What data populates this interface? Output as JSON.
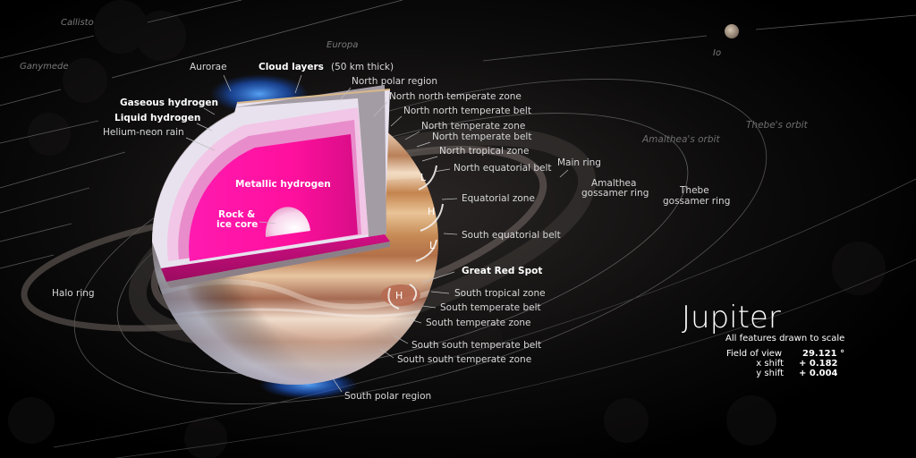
{
  "title": "Jupiter",
  "subtitle": "All features drawn to scale",
  "view": {
    "field_of_view_label": "Field of view",
    "field_of_view_value": "29.121 °",
    "x_shift_label": "x shift",
    "x_shift_value": "+  0.182",
    "y_shift_label": "y shift",
    "y_shift_value": "+  0.004"
  },
  "moons": {
    "callisto": "Callisto",
    "ganymede": "Ganymede",
    "europa": "Europa",
    "io": "Io"
  },
  "orbits": {
    "amalthea": "Amalthea's orbit",
    "thebe": "Thebe's orbit"
  },
  "rings": {
    "main": "Main ring",
    "amalthea_1": "Amalthea",
    "amalthea_2": "gossamer ring",
    "thebe_1": "Thebe",
    "thebe_2": "gossamer ring",
    "halo": "Halo ring"
  },
  "interior": {
    "aurorae": "Aurorae",
    "cloud_layers": "Cloud layers",
    "cloud_layers_note": "(50 km thick)",
    "gaseous_hydrogen": "Gaseous hydrogen",
    "liquid_hydrogen": "Liquid hydrogen",
    "helium_neon_rain": "Helium-neon rain",
    "metallic_hydrogen": "Metallic hydrogen",
    "core_1": "Rock &",
    "core_2": "ice core"
  },
  "atmosphere": {
    "north_polar_region": "North polar region",
    "nntz": "North north temperate zone",
    "nntb": "North north temperate belt",
    "ntz": "North temperate zone",
    "ntb": "North temperate belt",
    "ntropz": "North tropical zone",
    "neb": "North equatorial belt",
    "ez": "Equatorial zone",
    "seb": "South equatorial belt",
    "grs": "Great Red Spot",
    "stropz": "South tropical zone",
    "stb": "South temperate belt",
    "stz": "South temperate zone",
    "sstb": "South south temperate belt",
    "sstz": "South south temperate zone",
    "south_polar_region": "South polar region"
  },
  "pressure_markers": {
    "l1": "L",
    "h1": "H",
    "l2": "L",
    "h2": "H"
  },
  "colors": {
    "background": "#000000",
    "metallic_hydrogen": "#ff1aa8",
    "aurora": "#2f7dff",
    "cloud_band": "#d7a06a"
  }
}
